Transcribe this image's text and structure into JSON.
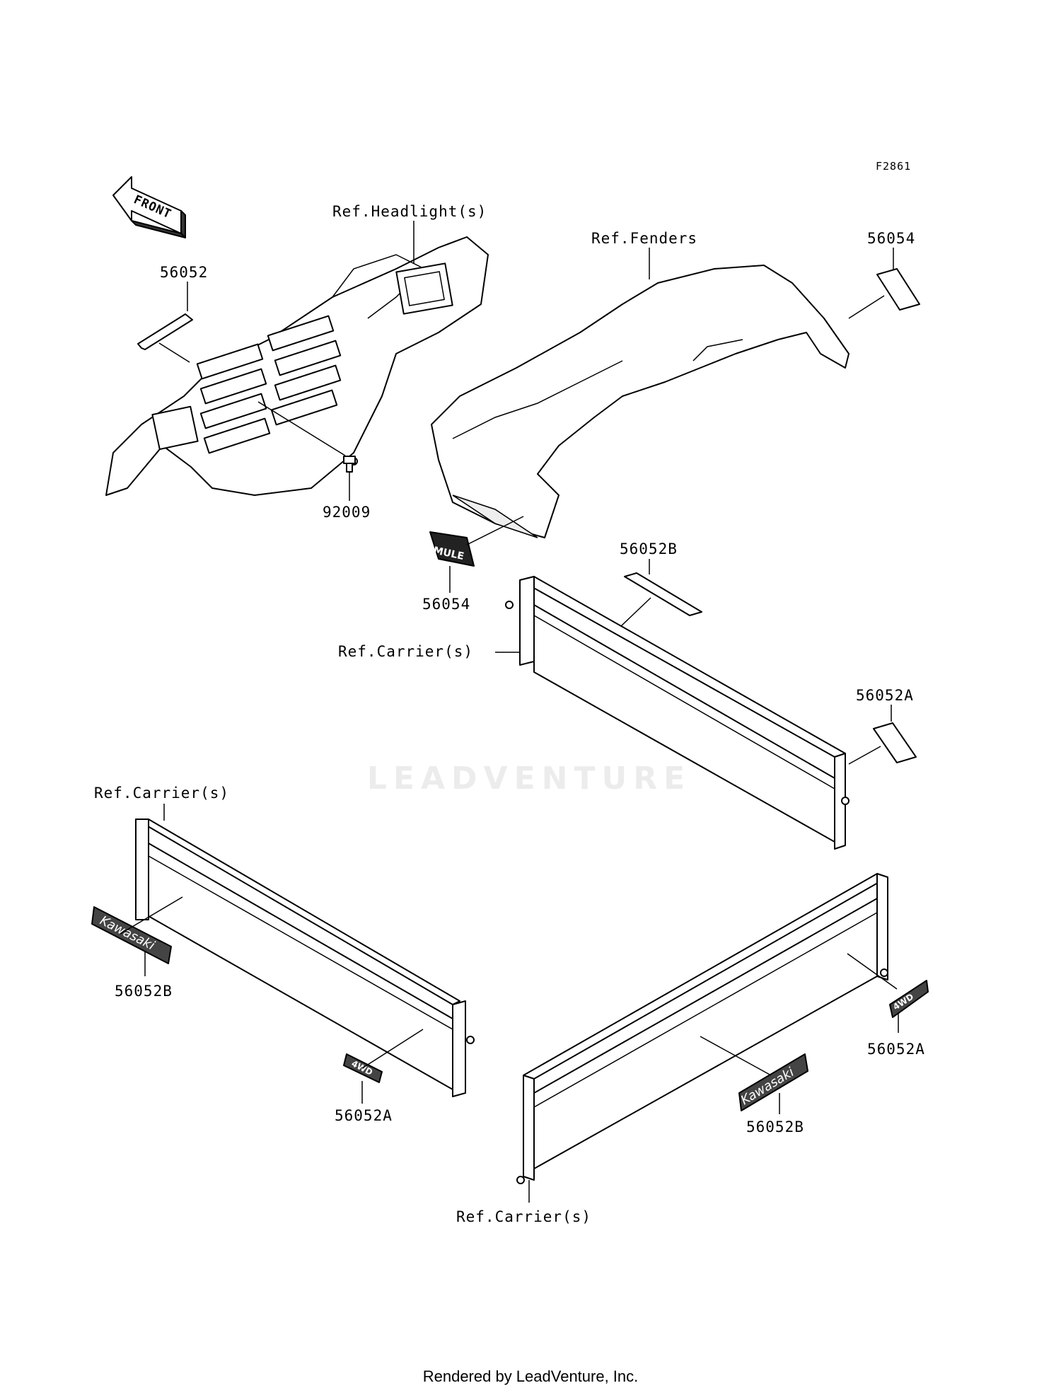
{
  "figure_code": "F2861",
  "front_label": "FRONT",
  "labels": {
    "ref_headlights": "Ref.Headlight(s)",
    "ref_fenders": "Ref.Fenders",
    "ref_carrier_right": "Ref.Carrier(s)",
    "ref_carrier_left": "Ref.Carrier(s)",
    "ref_carrier_bottom": "Ref.Carrier(s)"
  },
  "parts": {
    "p56052": "56052",
    "p92009": "92009",
    "p56054_top": "56054",
    "p56054_bottom": "56054",
    "p56052B_top": "56052B",
    "p56052A_right": "56052A",
    "p56052B_left": "56052B",
    "p56052A_left": "56052A",
    "p56052A_bottom_right": "56052A",
    "p56052B_bottom": "56052B"
  },
  "decals": {
    "kawasaki": "Kawasaki",
    "four_wd": "4WD",
    "mule": "MULE"
  },
  "watermark": "LEADVENTURE",
  "footer": "Rendered by LeadVenture, Inc."
}
